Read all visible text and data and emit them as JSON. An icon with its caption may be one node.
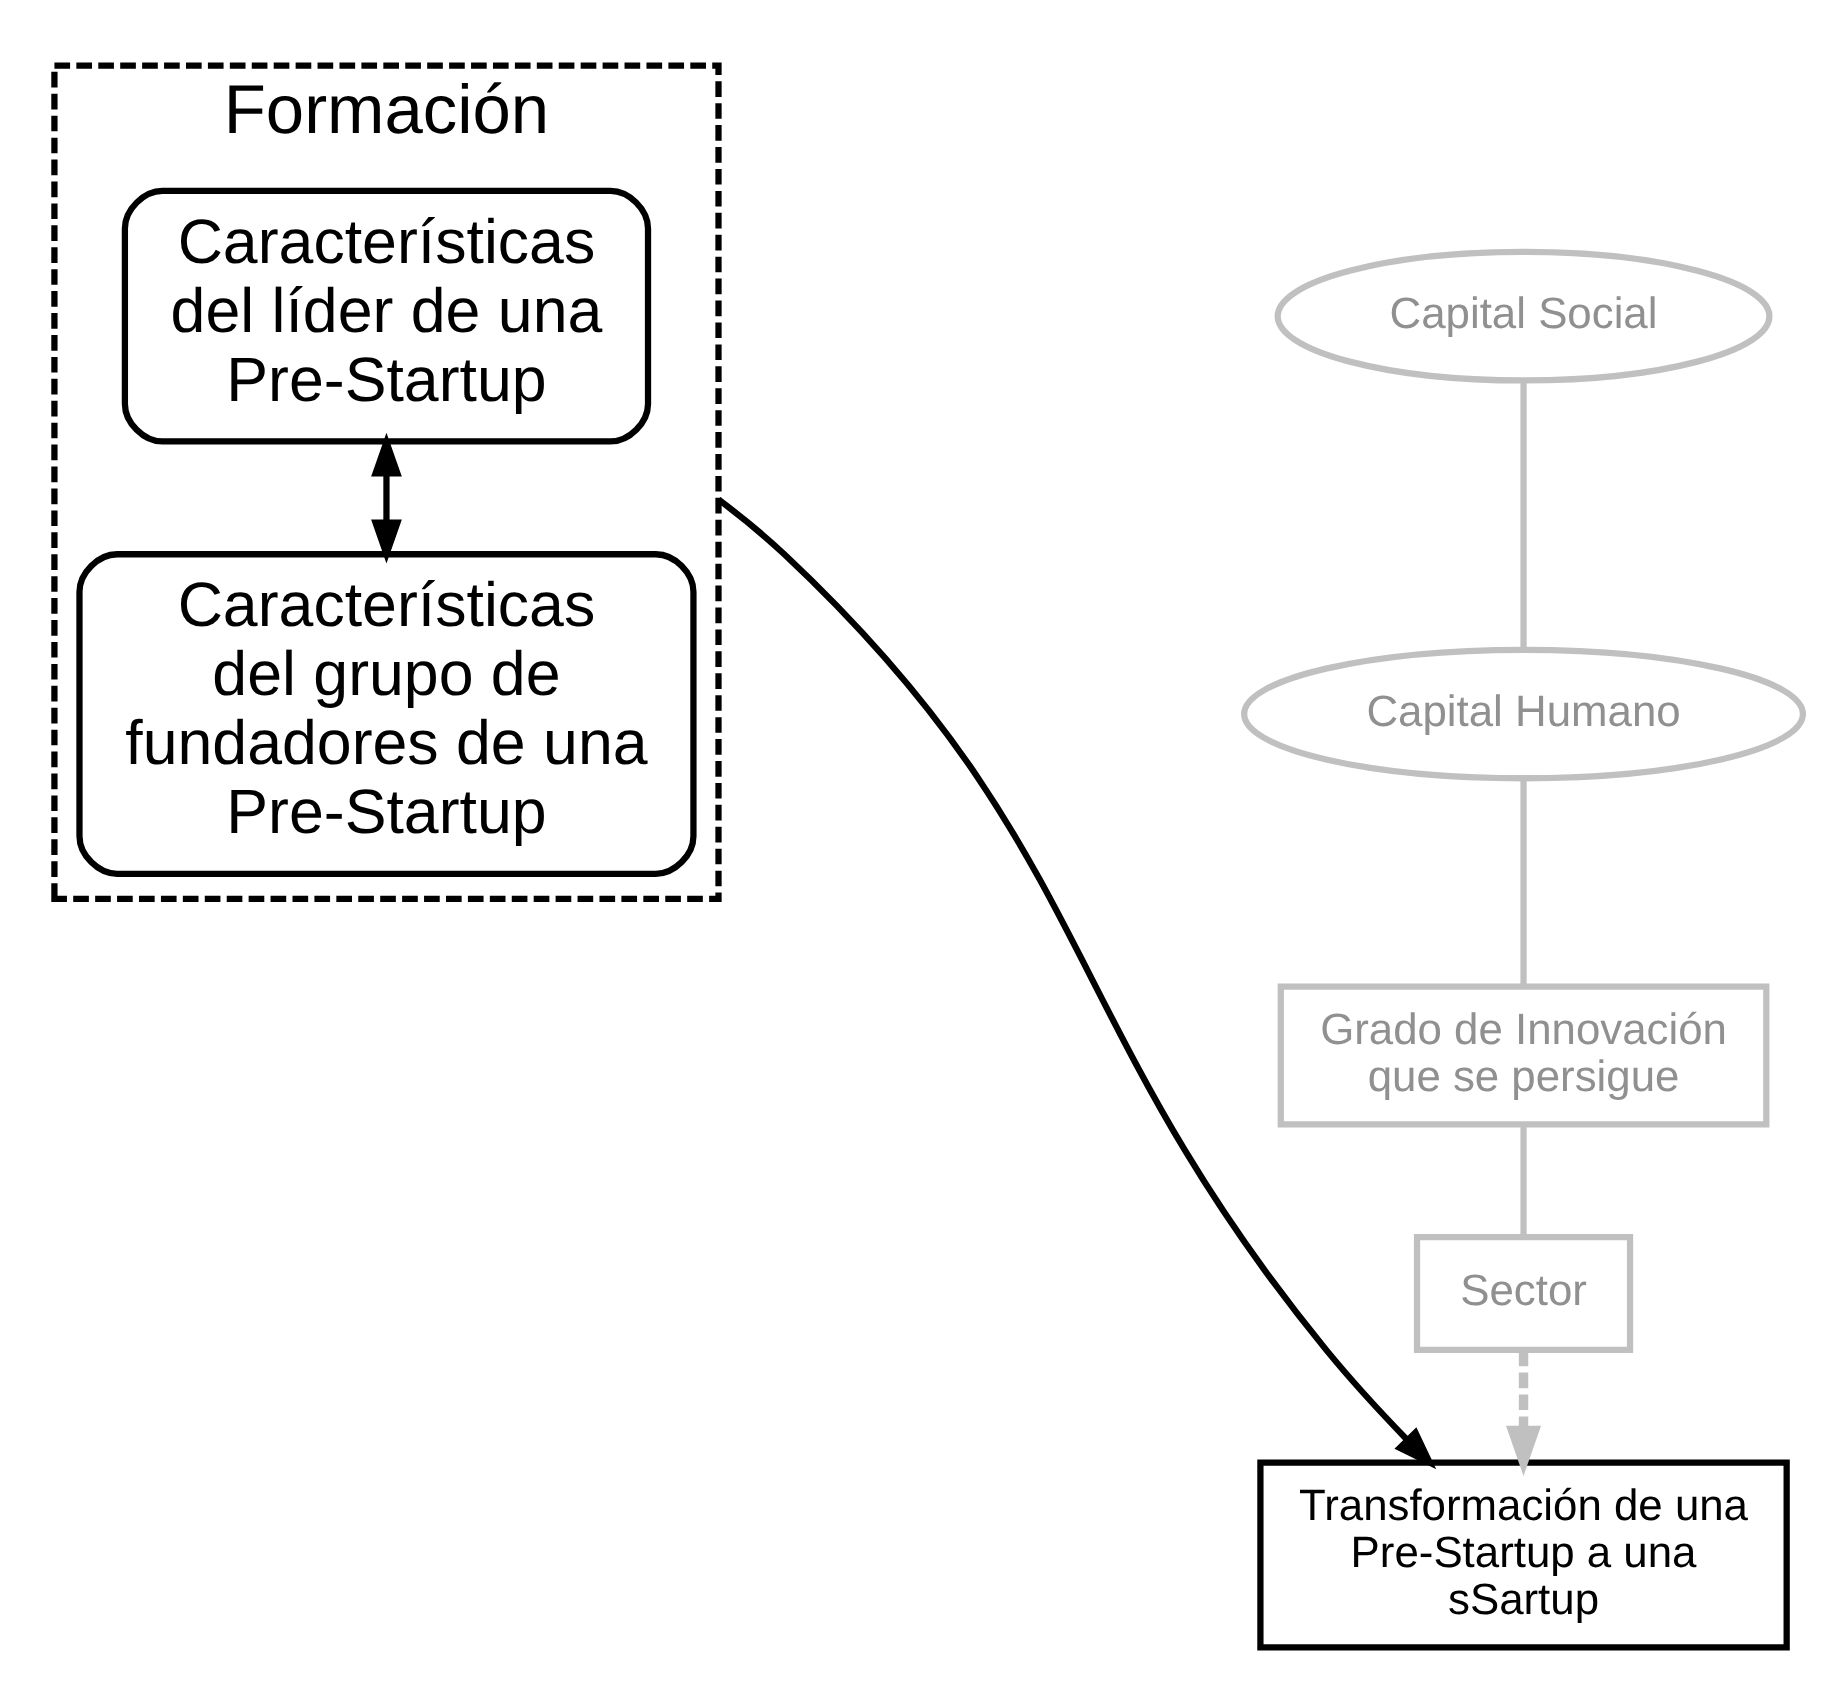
{
  "diagram": {
    "nodes": [
      {
        "text": [
          "Formación"
        ]
      },
      {
        "text": [
          "Características del líder de una Pre-Startup"
        ],
        "in": 0
      },
      {
        "text": [
          "Características del grupo de fundadores de una Pre-Startup"
        ],
        "in": 0
      },
      {
        "text": [
          "Capital Social"
        ]
      },
      {
        "text": [
          "Capital Humano"
        ]
      },
      {
        "text": [
          "Grado de Innovación que se persigue"
        ]
      },
      {
        "text": [
          "Sector"
        ]
      },
      {
        "text": [
          "Transformación de una Pre-Startup a una sSartup"
        ]
      }
    ],
    "edges": [
      {
        "from": 1,
        "to": 2,
        "arrow": "both",
        "color": "#000000"
      },
      {
        "from": 0,
        "to": 7,
        "arrow": "to",
        "color": "#000000"
      },
      {
        "from": 3,
        "to": 4,
        "arrow": "none"
      },
      {
        "from": 4,
        "to": 5,
        "arrow": "none"
      },
      {
        "from": 5,
        "to": 6,
        "arrow": "none"
      },
      {
        "from": 6,
        "to": 7,
        "arrow": "to",
        "style": "dashed"
      }
    ]
  }
}
